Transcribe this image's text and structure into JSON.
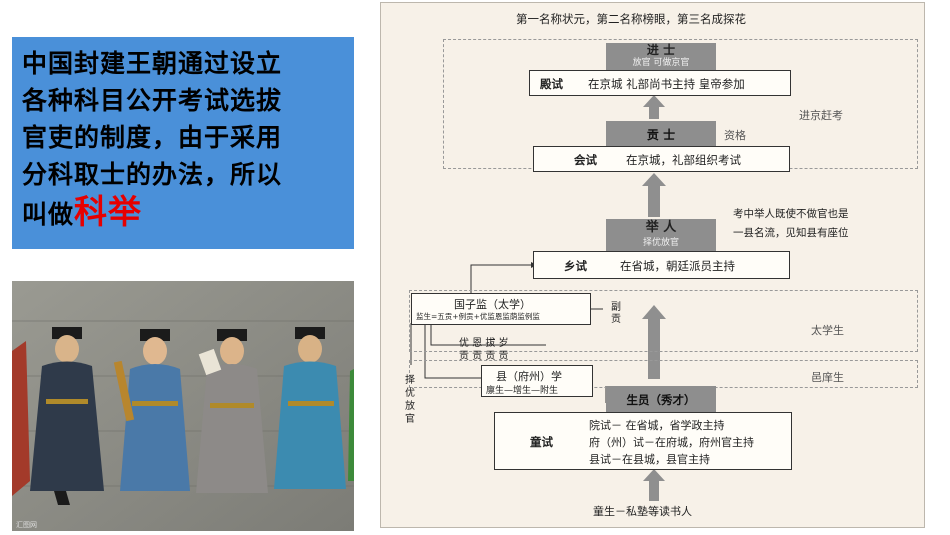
{
  "left_panel": {
    "line1": "中国封建王朝通过设立",
    "line2": "各种科目公开考试选拔",
    "line3": "官吏的制度，由于采用",
    "line4": "分科取士的办法，所以",
    "line5_prefix": "叫做",
    "highlight": "科举"
  },
  "photo": {
    "caption": "汇图网"
  },
  "diagram": {
    "top_note": "第一名称状元，第二名称榜眼，第三名成探花",
    "jinshi": {
      "title": "进  士",
      "sub": "放官 可做京官"
    },
    "dianshi": {
      "label": "殿试",
      "desc": "在京城 礼部尚书主持 皇帝参加"
    },
    "jinjing": "进京赶考",
    "gongshi": {
      "title": "贡  士",
      "side": "资格"
    },
    "huishi": {
      "label": "会试",
      "desc": "在京城，礼部组织考试"
    },
    "juren": {
      "title": "举  人",
      "sub": "择优放官"
    },
    "juren_note1": "考中举人既使不做官也是",
    "juren_note2": "一县名流，见知县有座位",
    "xiangshi": {
      "label": "乡试",
      "desc": "在省城，朝廷派员主持"
    },
    "guozijian": {
      "title": "国子监（太学）",
      "sub": "监生=五贡+例贡+优监恩监荫监例监"
    },
    "fugong": [
      "副",
      "贡"
    ],
    "taixuesheng": "太学生",
    "gong_labels": [
      "优 恩 拔 岁",
      "贡 贡 贡 贡"
    ],
    "zeyou": [
      "择",
      "优",
      "放",
      "官"
    ],
    "xianxue": {
      "title": "县（府州）学",
      "sub": "廪生—增生—附生"
    },
    "yixiangsheng": "邑庠生",
    "shengyuan": {
      "title": "生员（秀才）"
    },
    "tongshi": {
      "label": "童试",
      "lines": [
        "院试－ 在省城，省学政主持",
        "府（州）试－在府城，府州官主持",
        "县试－在县城，县官主持"
      ]
    },
    "tongsheng": "童生－私塾等读书人"
  }
}
